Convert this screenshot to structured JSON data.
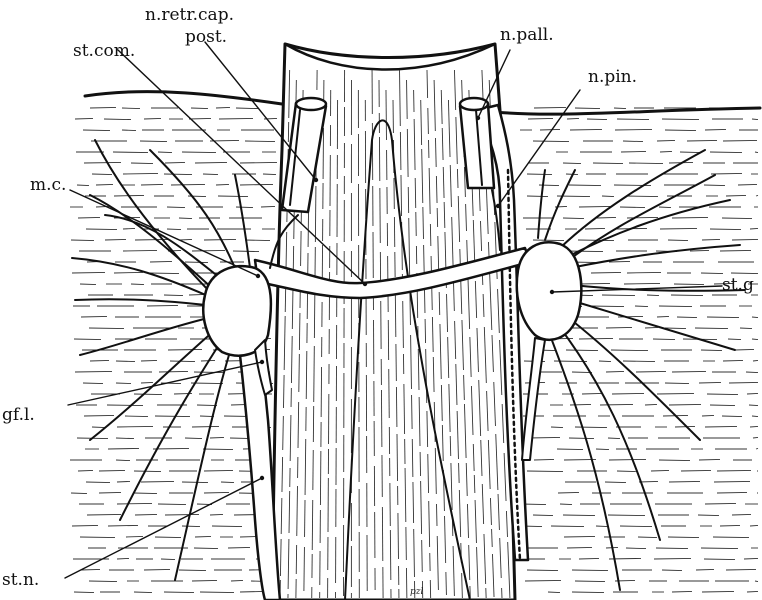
{
  "figure": {
    "labels": {
      "n_retr_cap": "n.retr.cap.",
      "post": "post.",
      "st_com": "st.com.",
      "n_pall": "n.pall.",
      "n_pin": "n.pin.",
      "m_c": "m.c.",
      "st_g": "st.g",
      "gf_l": "gf.l.",
      "st_n": "st.n."
    },
    "signature": "pzl"
  }
}
